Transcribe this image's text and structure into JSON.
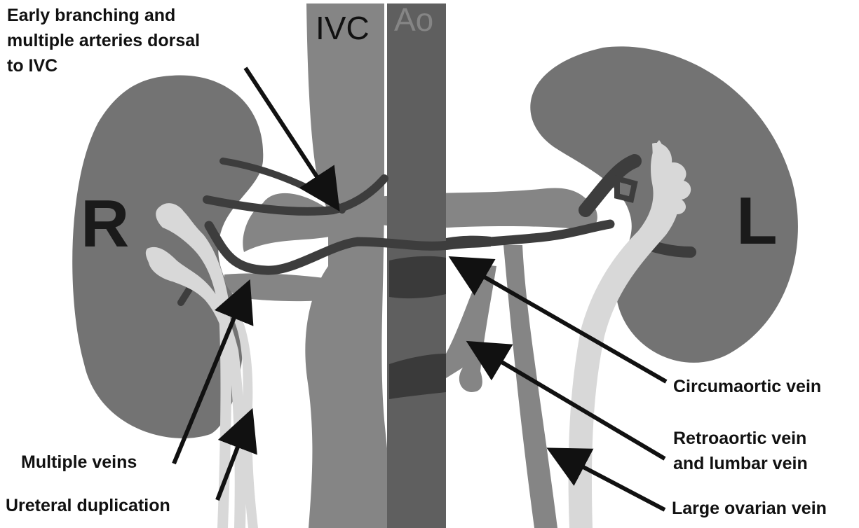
{
  "labels": {
    "ivc": "IVC",
    "aorta": "Ao",
    "right_side": "R",
    "left_side": "L"
  },
  "callouts": {
    "early_branching": [
      "Early branching and",
      "multiple arteries dorsal",
      "to IVC"
    ],
    "circumaortic_vein": "Circumaortic vein",
    "retroaortic_vein": [
      "Retroaortic vein",
      "and lumbar vein"
    ],
    "large_ovarian_vein": "Large ovarian vein",
    "multiple_veins": "Multiple veins",
    "ureteral_duplication": "Ureteral duplication"
  },
  "colors": {
    "kidney": "#737373",
    "ivc": "#858585",
    "aorta": "#5f5f5f",
    "artery": "#3d3d3d",
    "ureter": "#d8d8d8",
    "arrow": "#111111"
  }
}
